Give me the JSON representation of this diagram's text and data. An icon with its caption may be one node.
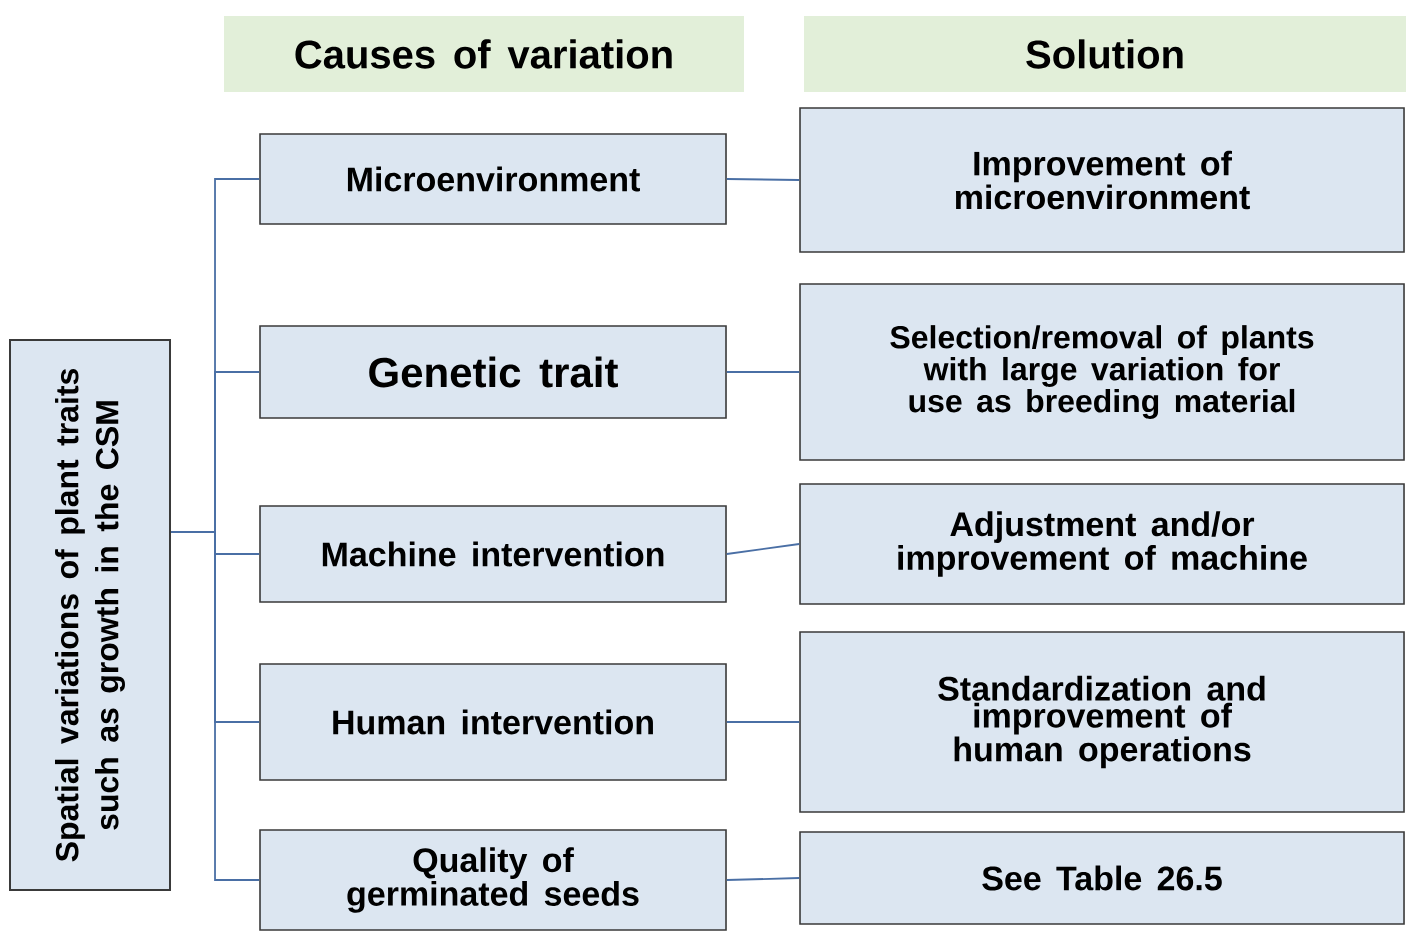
{
  "diagram": {
    "nodes": [
      {
        "text": [
          "Spatial variations of plant traits such as growth in the CSM"
        ]
      },
      {
        "text": [
          "Causes of variation"
        ]
      },
      {
        "text": [
          "Solution"
        ]
      },
      {
        "text": [
          "Microenvironment"
        ]
      },
      {
        "text": [
          "Genetic trait"
        ]
      },
      {
        "text": [
          "Machine intervention"
        ]
      },
      {
        "text": [
          "Human intervention"
        ]
      },
      {
        "text": [
          "Quality  of germinated seeds"
        ]
      },
      {
        "text": [
          "Improvement of microenvironment"
        ]
      },
      {
        "text": [
          "Selection/removal of plants with large variation for use as breeding material"
        ]
      },
      {
        "text": [
          "Adjustment and/or improvement of machine"
        ]
      },
      {
        "text": [
          "Standardization and improvement of human operations"
        ]
      },
      {
        "text": [
          "See Table 26.5"
        ]
      }
    ],
    "edges": [
      {
        "from": 0,
        "to": 3,
        "arrow": "none"
      },
      {
        "from": 0,
        "to": 4,
        "arrow": "none"
      },
      {
        "from": 0,
        "to": 5,
        "arrow": "none"
      },
      {
        "from": 0,
        "to": 6,
        "arrow": "none"
      },
      {
        "from": 0,
        "to": 7,
        "arrow": "none"
      },
      {
        "from": 3,
        "to": 8,
        "arrow": "none"
      },
      {
        "from": 4,
        "to": 9,
        "arrow": "none"
      },
      {
        "from": 5,
        "to": 10,
        "arrow": "none"
      },
      {
        "from": 6,
        "to": 11,
        "arrow": "none"
      },
      {
        "from": 7,
        "to": 12,
        "arrow": "none"
      }
    ]
  }
}
